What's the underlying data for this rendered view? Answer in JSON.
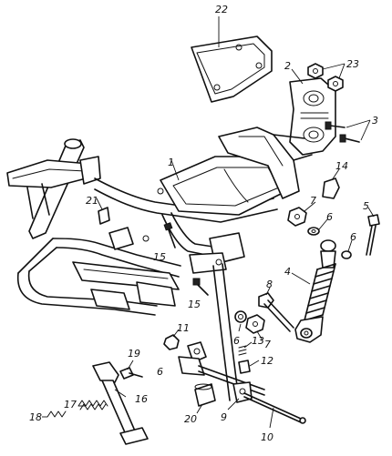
{
  "labels": {
    "p1": "1",
    "p2": "2",
    "p3": "3",
    "p4": "4",
    "p5": "5",
    "p6a": "6",
    "p6b": "6",
    "p6c": "6",
    "p6d": "6",
    "p7a": "7",
    "p7b": "7",
    "p8": "8",
    "p9": "9",
    "p10": "10",
    "p11": "11",
    "p12": "12",
    "p13": "13",
    "p14": "14",
    "p15a": "15",
    "p15b": "15",
    "p16": "16",
    "p17": "17",
    "p18": "18",
    "p19": "19",
    "p20": "20",
    "p21": "21",
    "p22": "22",
    "p23": "23"
  }
}
